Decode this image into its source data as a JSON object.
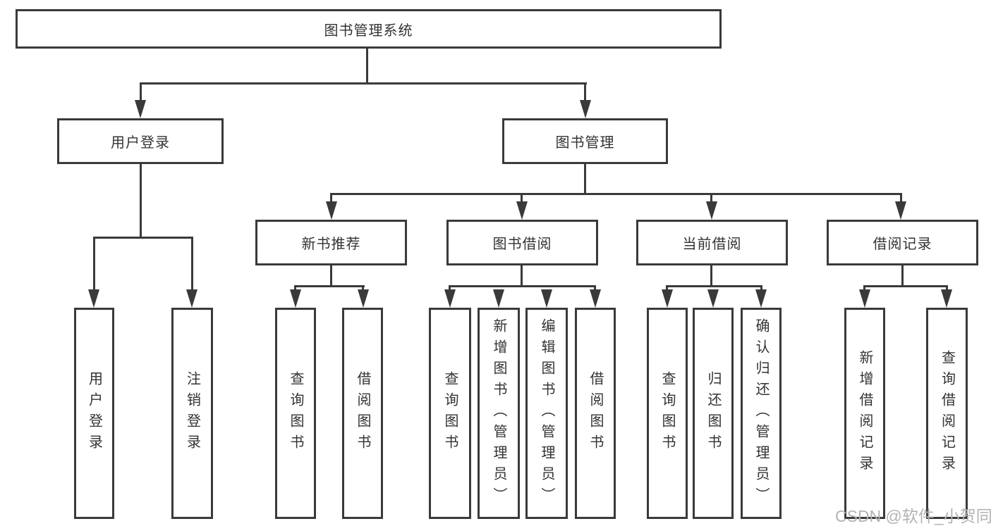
{
  "diagram": {
    "root": {
      "label": "图书管理系统"
    },
    "branches": [
      {
        "label": "用户登录",
        "children": [
          "用户登录",
          "注销登录"
        ]
      },
      {
        "label": "图书管理",
        "sections": [
          {
            "label": "新书推荐",
            "children": [
              "查询图书",
              "借阅图书"
            ]
          },
          {
            "label": "图书借阅",
            "children": [
              "查询图书",
              "新增图书（管理员）",
              "编辑图书（管理员）",
              "借阅图书"
            ]
          },
          {
            "label": "当前借阅",
            "children": [
              "查询图书",
              "归还图书",
              "确认归还（管理员）"
            ]
          },
          {
            "label": "借阅记录",
            "children": [
              "新增借阅记录",
              "查询借阅记录"
            ]
          }
        ]
      }
    ]
  },
  "watermark": "CSDN @软件_小贺同学",
  "colors": {
    "line": "#3a3a3a",
    "text": "#333333",
    "watermark": "#b3b3b3",
    "background": "#ffffff"
  }
}
